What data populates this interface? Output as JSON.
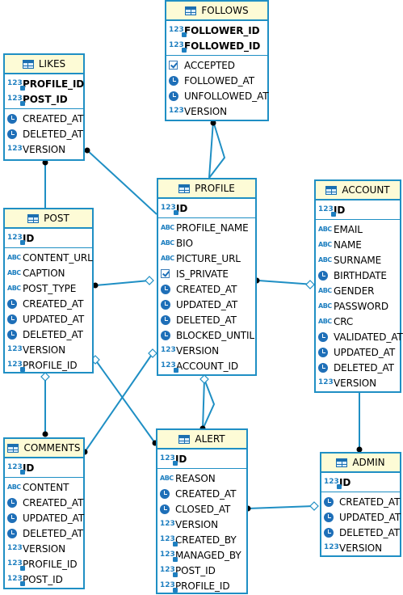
{
  "entities": {
    "follows": {
      "title": "FOLLOWS",
      "sections": [
        [
          {
            "name": "FOLLOWER_ID",
            "type": "num",
            "key": true,
            "bold": true
          },
          {
            "name": "FOLLOWED_ID",
            "type": "num",
            "key": true,
            "bold": true
          }
        ],
        [
          {
            "name": "ACCEPTED",
            "type": "check"
          },
          {
            "name": "FOLLOWED_AT",
            "type": "clock"
          },
          {
            "name": "UNFOLLOWED_AT",
            "type": "clock"
          },
          {
            "name": "VERSION",
            "type": "num"
          }
        ]
      ]
    },
    "likes": {
      "title": "LIKES",
      "sections": [
        [
          {
            "name": "PROFILE_ID",
            "type": "num",
            "key": true,
            "bold": true
          },
          {
            "name": "POST_ID",
            "type": "num",
            "key": true,
            "bold": true
          }
        ],
        [
          {
            "name": "CREATED_AT",
            "type": "clock"
          },
          {
            "name": "DELETED_AT",
            "type": "clock"
          },
          {
            "name": "VERSION",
            "type": "num"
          }
        ]
      ]
    },
    "profile": {
      "title": "PROFILE",
      "sections": [
        [
          {
            "name": "ID",
            "type": "num",
            "key": true,
            "bold": true
          }
        ],
        [
          {
            "name": "PROFILE_NAME",
            "type": "abc"
          },
          {
            "name": "BIO",
            "type": "abc"
          },
          {
            "name": "PICTURE_URL",
            "type": "abc"
          },
          {
            "name": "IS_PRIVATE",
            "type": "check"
          },
          {
            "name": "CREATED_AT",
            "type": "clock"
          },
          {
            "name": "UPDATED_AT",
            "type": "clock"
          },
          {
            "name": "DELETED_AT",
            "type": "clock"
          },
          {
            "name": "BLOCKED_UNTIL",
            "type": "clock"
          },
          {
            "name": "VERSION",
            "type": "num"
          },
          {
            "name": "ACCOUNT_ID",
            "type": "num",
            "key": true
          }
        ]
      ]
    },
    "account": {
      "title": "ACCOUNT",
      "sections": [
        [
          {
            "name": "ID",
            "type": "num",
            "key": true,
            "bold": true
          }
        ],
        [
          {
            "name": "EMAIL",
            "type": "abc"
          },
          {
            "name": "NAME",
            "type": "abc"
          },
          {
            "name": "SURNAME",
            "type": "abc"
          },
          {
            "name": "BIRTHDATE",
            "type": "clock"
          },
          {
            "name": "GENDER",
            "type": "abc"
          },
          {
            "name": "PASSWORD",
            "type": "abc"
          },
          {
            "name": "CRC",
            "type": "abc"
          },
          {
            "name": "VALIDATED_AT",
            "type": "clock"
          },
          {
            "name": "UPDATED_AT",
            "type": "clock"
          },
          {
            "name": "DELETED_AT",
            "type": "clock"
          },
          {
            "name": "VERSION",
            "type": "num"
          }
        ]
      ]
    },
    "post": {
      "title": "POST",
      "sections": [
        [
          {
            "name": "ID",
            "type": "num",
            "key": true,
            "bold": true
          }
        ],
        [
          {
            "name": "CONTENT_URL",
            "type": "abc"
          },
          {
            "name": "CAPTION",
            "type": "abc"
          },
          {
            "name": "POST_TYPE",
            "type": "abc"
          },
          {
            "name": "CREATED_AT",
            "type": "clock"
          },
          {
            "name": "UPDATED_AT",
            "type": "clock"
          },
          {
            "name": "DELETED_AT",
            "type": "clock"
          },
          {
            "name": "VERSION",
            "type": "num"
          },
          {
            "name": "PROFILE_ID",
            "type": "num",
            "key": true
          }
        ]
      ]
    },
    "comments": {
      "title": "COMMENTS",
      "sections": [
        [
          {
            "name": "ID",
            "type": "num",
            "key": true,
            "bold": true
          }
        ],
        [
          {
            "name": "CONTENT",
            "type": "abc"
          },
          {
            "name": "CREATED_AT",
            "type": "clock"
          },
          {
            "name": "UPDATED_AT",
            "type": "clock"
          },
          {
            "name": "DELETED_AT",
            "type": "clock"
          },
          {
            "name": "VERSION",
            "type": "num"
          },
          {
            "name": "PROFILE_ID",
            "type": "num",
            "key": true
          },
          {
            "name": "POST_ID",
            "type": "num",
            "key": true
          }
        ]
      ]
    },
    "alert": {
      "title": "ALERT",
      "sections": [
        [
          {
            "name": "ID",
            "type": "num",
            "key": true,
            "bold": true
          }
        ],
        [
          {
            "name": "REASON",
            "type": "abc"
          },
          {
            "name": "CREATED_AT",
            "type": "clock"
          },
          {
            "name": "CLOSED_AT",
            "type": "clock"
          },
          {
            "name": "VERSION",
            "type": "num"
          },
          {
            "name": "CREATED_BY",
            "type": "num",
            "key": true
          },
          {
            "name": "MANAGED_BY",
            "type": "num",
            "key": true
          },
          {
            "name": "POST_ID",
            "type": "num",
            "key": true
          },
          {
            "name": "PROFILE_ID",
            "type": "num",
            "key": true
          }
        ]
      ]
    },
    "admin": {
      "title": "ADMIN",
      "sections": [
        [
          {
            "name": "ID",
            "type": "num",
            "key": true,
            "bold": true
          }
        ],
        [
          {
            "name": "CREATED_AT",
            "type": "clock"
          },
          {
            "name": "UPDATED_AT",
            "type": "clock"
          },
          {
            "name": "DELETED_AT",
            "type": "clock"
          },
          {
            "name": "VERSION",
            "type": "num"
          }
        ]
      ]
    }
  },
  "icon_text": {
    "num": "123",
    "abc": "ABC"
  },
  "colors": {
    "border": "#1f8fc4",
    "header_bg": "#fdfbd6",
    "link": "#1f8fc4",
    "icon": "#1e6fb8"
  }
}
